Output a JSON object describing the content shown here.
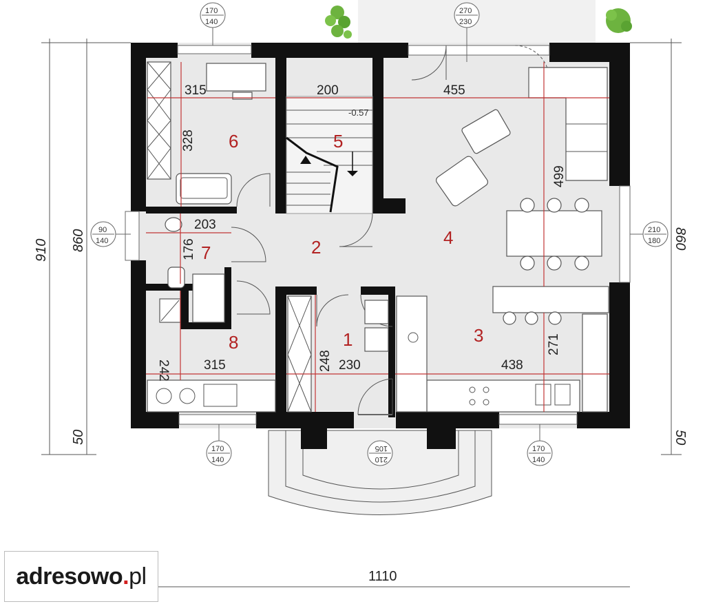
{
  "rooms": [
    "1",
    "2",
    "3",
    "4",
    "5",
    "6",
    "7",
    "8"
  ],
  "dimensions": {
    "d315_top": "315",
    "d200": "200",
    "d455": "455",
    "d328": "328",
    "d499": "499",
    "d203": "203",
    "d176": "176",
    "d242": "242",
    "d315_bottom": "315",
    "d248": "248",
    "d230": "230",
    "d438": "438",
    "d271": "271",
    "level": "-0.57"
  },
  "windows": {
    "top_left": [
      "170",
      "140"
    ],
    "top_right": [
      "270",
      "230"
    ],
    "left": [
      "90",
      "140"
    ],
    "right": [
      "210",
      "180"
    ],
    "bottom_left": [
      "170",
      "140"
    ],
    "bottom_mid": [
      "105",
      "210"
    ],
    "bottom_right": [
      "170",
      "140"
    ]
  },
  "overall": {
    "left_outer": "910",
    "left_inner": "860",
    "left_small": "50",
    "right_inner": "860",
    "right_small": "50",
    "bottom": "1110"
  },
  "logo": {
    "name": "adresowo",
    "dot": ".",
    "tld": "pl"
  }
}
